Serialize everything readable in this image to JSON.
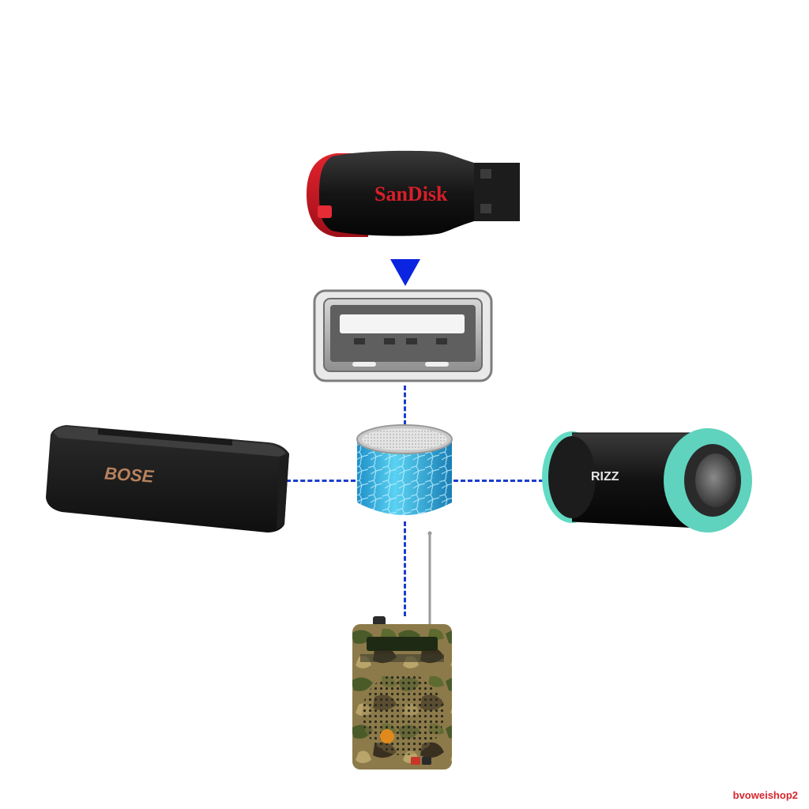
{
  "usb_drive": {
    "brand": "SanDisk",
    "icon": "usb-flash-drive-icon"
  },
  "arrow": {
    "icon": "arrow-down-icon",
    "color": "#0a24e0"
  },
  "usb_port": {
    "icon": "usb-port-icon"
  },
  "center_speaker": {
    "icon": "mini-speaker-icon",
    "color": "#35b7e0"
  },
  "left_speaker": {
    "brand": "BOSE",
    "icon": "bose-speaker-icon",
    "brand_color": "#b8825e"
  },
  "right_speaker": {
    "brand": "RIZZ",
    "icon": "cylinder-speaker-icon",
    "accent": "#63dbc4"
  },
  "bottom_device": {
    "icon": "camo-radio-speaker-icon"
  },
  "connector_color": "#1a3ccf",
  "watermark": "bvoweishop2"
}
